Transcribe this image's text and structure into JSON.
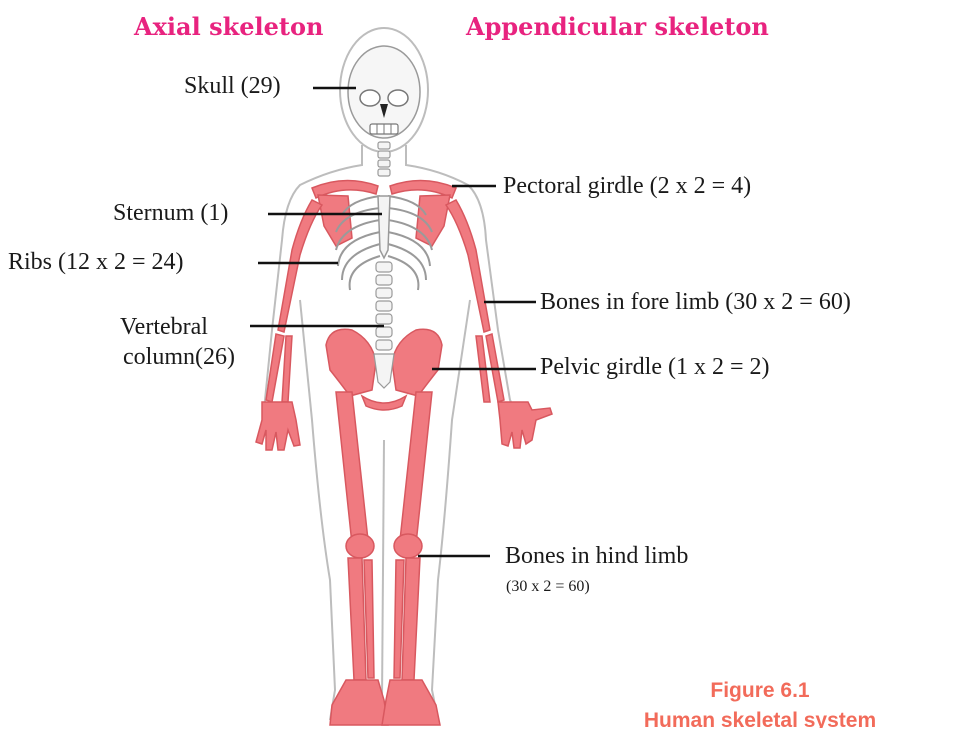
{
  "headings": {
    "axial": "Axial skeleton",
    "appendicular": "Appendicular skeleton"
  },
  "labels": {
    "skull": "Skull (29)",
    "sternum": "Sternum (1)",
    "ribs": "Ribs (12 x 2 = 24)",
    "vertebral_line1": "Vertebral",
    "vertebral_line2": "column(26)",
    "pectoral": "Pectoral girdle (2 x 2 = 4)",
    "forelimb": "Bones in fore limb (30 x 2 = 60)",
    "pelvic": "Pelvic girdle  (1 x 2 = 2)",
    "hindlimb": "Bones in hind limb",
    "hindlimb_count": "(30 x 2 = 60)"
  },
  "caption": {
    "number": "Figure 6.1",
    "title": "Human skeletal system"
  },
  "colors": {
    "heading": "#e8237f",
    "appendicular_bone": "#f07a80",
    "axial_bone": "#f4f4f4",
    "outline": "#b8b8b8",
    "caption": "#f26b5a"
  }
}
